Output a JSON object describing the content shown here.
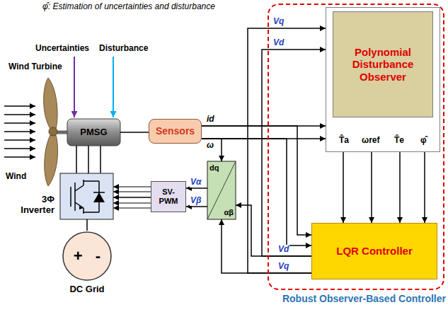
{
  "diagram": {
    "nodes": [
      {
        "text": [
          "PMSG"
        ]
      },
      {
        "text": [
          "Sensors"
        ]
      },
      {
        "text": [
          "3Φ Inverter"
        ]
      },
      {
        "text": [
          "SV-PWM"
        ]
      },
      {
        "text": [
          "dq",
          "αβ"
        ]
      },
      {
        "text": [
          "+ -",
          "DC Grid"
        ]
      },
      {
        "text": [
          "Robust Observer-Based Controller"
        ]
      },
      {
        "text": [
          "Polynomial Disturbance Observer"
        ],
        "in": 6
      },
      {
        "text": [
          "LQR Controller"
        ],
        "in": 6
      }
    ],
    "edges": [
      {
        "from": 0,
        "to": 1,
        "arrow": "none"
      },
      {
        "from": 1,
        "to": 7,
        "arrow": "to"
      },
      {
        "from": 1,
        "to": 7,
        "arrow": "to"
      },
      {
        "from": 1,
        "to": 8,
        "arrow": "to"
      },
      {
        "from": 1,
        "to": 8,
        "arrow": "to"
      },
      {
        "from": 1,
        "to": 4,
        "arrow": "to"
      },
      {
        "from": 8,
        "to": 7,
        "arrow": "to",
        "label": "Vq"
      },
      {
        "from": 8,
        "to": 7,
        "arrow": "to",
        "label": "Vd"
      },
      {
        "from": 8,
        "to": 4,
        "arrow": "to",
        "label": "Vd"
      },
      {
        "from": 8,
        "to": 4,
        "arrow": "to",
        "label": "Vq"
      },
      {
        "from": 4,
        "to": 3,
        "arrow": "to",
        "label": "Vα"
      },
      {
        "from": 4,
        "to": 3,
        "arrow": "to",
        "label": "Vβ"
      },
      {
        "from": 3,
        "to": 2,
        "arrow": "to"
      },
      {
        "from": 0,
        "to": 2,
        "arrow": "none"
      },
      {
        "from": 2,
        "to": 5,
        "arrow": "none"
      },
      {
        "from": 7,
        "to": 8,
        "arrow": "to",
        "label": "T̂a"
      },
      {
        "from": 7,
        "to": 8,
        "arrow": "to",
        "label": "ωref"
      },
      {
        "from": 7,
        "to": 8,
        "arrow": "to",
        "label": "T̂e"
      },
      {
        "from": 7,
        "to": 8,
        "arrow": "to",
        "label": "φ̂"
      }
    ],
    "labels": [
      "φ̂: Estimation of uncertainties and disturbance",
      "Uncertainties",
      "Disturbance",
      "Wind Turbine",
      "Wind",
      "id",
      "ω"
    ]
  }
}
